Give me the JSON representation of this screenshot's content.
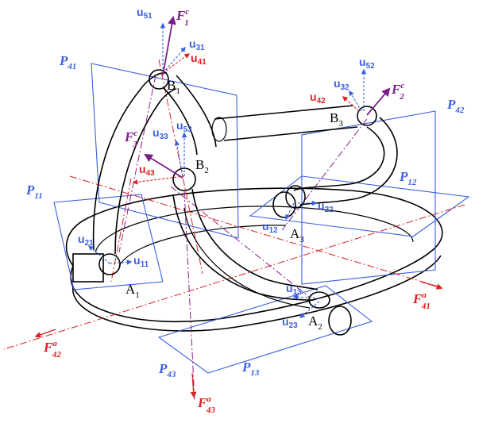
{
  "planes": {
    "p41": {
      "main": "P",
      "sub": "41"
    },
    "p42": {
      "main": "P",
      "sub": "42"
    },
    "p11": {
      "main": "P",
      "sub": "11"
    },
    "p12": {
      "main": "P",
      "sub": "12"
    },
    "p13": {
      "main": "P",
      "sub": "13"
    },
    "p43": {
      "main": "P",
      "sub": "43"
    }
  },
  "forces": {
    "fc1": {
      "main": "F",
      "sup": "c",
      "sub": "1"
    },
    "fc2": {
      "main": "F",
      "sup": "c",
      "sub": "2"
    },
    "fc3": {
      "main": "F",
      "sup": "c",
      "sub": "3"
    },
    "fa41": {
      "main": "F",
      "sup": "a",
      "sub": "41"
    },
    "fa42": {
      "main": "F",
      "sup": "a",
      "sub": "42"
    },
    "fa43": {
      "main": "F",
      "sup": "a",
      "sub": "43"
    }
  },
  "unit_vectors": {
    "u51": {
      "main": "u",
      "sub": "51"
    },
    "u31": {
      "main": "u",
      "sub": "31"
    },
    "u41": {
      "main": "u",
      "sub": "41"
    },
    "u52": {
      "main": "u",
      "sub": "52"
    },
    "u32": {
      "main": "u",
      "sub": "32"
    },
    "u42": {
      "main": "u",
      "sub": "42"
    },
    "u33": {
      "main": "u",
      "sub": "33"
    },
    "u53": {
      "main": "u",
      "sub": "53"
    },
    "u43": {
      "main": "u",
      "sub": "43"
    },
    "u21": {
      "main": "u",
      "sub": "21"
    },
    "u11": {
      "main": "u",
      "sub": "11"
    },
    "u22": {
      "main": "u",
      "sub": "22"
    },
    "u12": {
      "main": "u",
      "sub": "12"
    },
    "u13": {
      "main": "u",
      "sub": "13"
    },
    "u23": {
      "main": "u",
      "sub": "23"
    }
  },
  "points": {
    "b1": {
      "main": "B",
      "sub": "1"
    },
    "b2": {
      "main": "B",
      "sub": "2"
    },
    "b3": {
      "main": "B",
      "sub": "3"
    },
    "a1": {
      "main": "A",
      "sub": "1"
    },
    "a2": {
      "main": "A",
      "sub": "2"
    },
    "a3": {
      "main": "A",
      "sub": "3"
    }
  },
  "colors": {
    "plane_blue": "#3a5fe0",
    "axis_red": "#e02020",
    "force_purple": "#7a1f8a",
    "structure_black": "#000000"
  }
}
